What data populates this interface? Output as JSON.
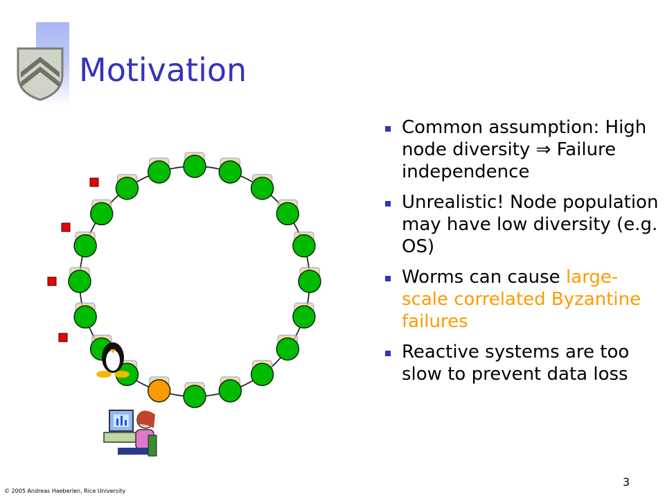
{
  "slide": {
    "title": "Motivation",
    "bullets": [
      {
        "parts": [
          {
            "text": "Common assumption: High node diversity "
          },
          {
            "text": "⇒ Failure independence"
          }
        ]
      },
      {
        "parts": [
          {
            "text": "Unrealistic! Node population may have low diversity (e.g. OS)"
          }
        ]
      },
      {
        "parts": [
          {
            "text": "Worms can cause "
          },
          {
            "text": "large-scale correlated Byzantine failures",
            "highlight": true
          }
        ]
      },
      {
        "parts": [
          {
            "text": "Reactive systems are too slow to prevent data loss"
          }
        ]
      }
    ],
    "footer": "© 2005 Andreas Haeberlen, Rice University",
    "page_number": "3"
  },
  "diagram": {
    "node_count": 20,
    "healthy_color": "#00bb00",
    "infected_color": "#ff9900",
    "failed_marker_color": "#ee0000",
    "accent_color": "#3333bb",
    "icons": [
      "shield-logo-icon",
      "penguin-icon",
      "user-at-computer-icon"
    ]
  }
}
